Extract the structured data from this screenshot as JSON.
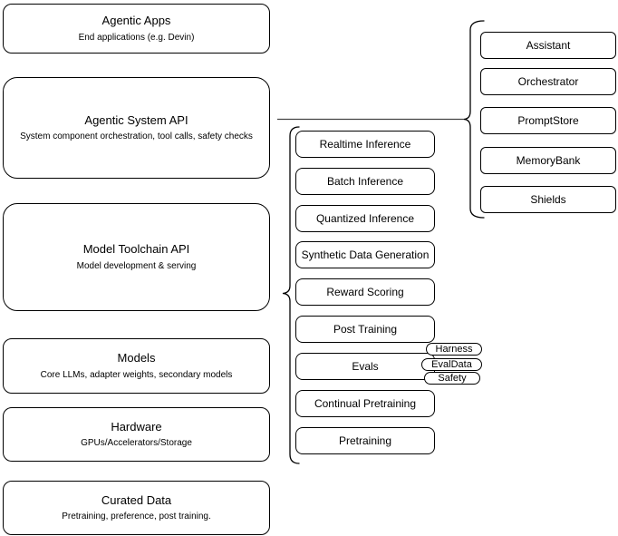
{
  "diagram": {
    "colors": {
      "background": "#ffffff",
      "node_fill": "#ffffff",
      "node_stroke": "#000000",
      "text": "#000000"
    },
    "stack": [
      {
        "title": "Agentic Apps",
        "subtitle": "End applications (e.g. Devin)"
      },
      {
        "title": "Agentic System API",
        "subtitle": "System component orchestration, tool calls, safety checks"
      },
      {
        "title": "Model Toolchain API",
        "subtitle": "Model development & serving"
      },
      {
        "title": "Models",
        "subtitle": "Core LLMs, adapter weights, secondary models"
      },
      {
        "title": "Hardware",
        "subtitle": "GPUs/Accelerators/Storage"
      },
      {
        "title": "Curated Data",
        "subtitle": "Pretraining, preference, post training."
      }
    ],
    "toolchain_services": [
      "Realtime Inference",
      "Batch Inference",
      "Quantized Inference",
      "Synthetic Data Generation",
      "Reward Scoring",
      "Post Training",
      "Evals",
      "Continual Pretraining",
      "Pretraining"
    ],
    "eval_tags": [
      "Harness",
      "EvalData",
      "Safety"
    ],
    "system_components": [
      "Assistant",
      "Orchestrator",
      "PromptStore",
      "MemoryBank",
      "Shields"
    ]
  }
}
